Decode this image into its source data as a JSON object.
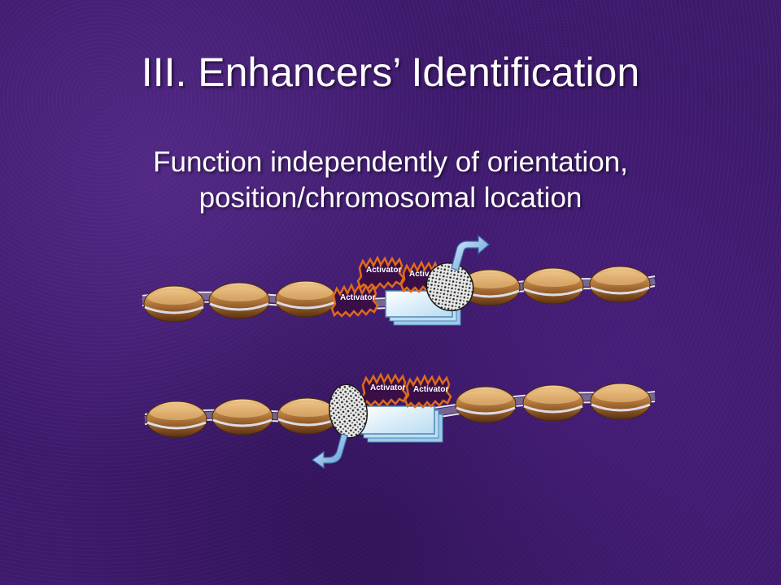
{
  "slide": {
    "title": "III. Enhancers’ Identification",
    "subtitle_line1": "Function independently of orientation,",
    "subtitle_line2": "position/chromosomal location"
  },
  "diagram": {
    "top_activators": [
      "Activator",
      "Activ",
      "Activator"
    ],
    "bottom_activators": [
      "Activator",
      "Activator"
    ]
  },
  "colors": {
    "nucleosome": "#a86a32",
    "activator_outline": "#e06a1a",
    "tf_box": "#d6ecf8",
    "arrow": "#7fb6e8"
  }
}
